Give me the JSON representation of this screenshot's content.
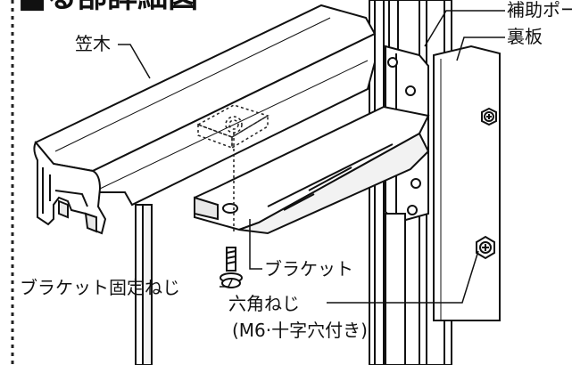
{
  "heading": "■る部詳細図",
  "labels": {
    "kasagi": "笠木",
    "hojo_pole": "補助ポール",
    "urаita": "裏板",
    "bracket": "ブラケット",
    "bracket_screw": "ブラケット固定ねじ",
    "hex_screw": "六角ねじ",
    "hex_screw_note": "(M6·十字穴付き)"
  },
  "colors": {
    "line": "#111111",
    "fill": "#ffffff",
    "shade": "#e8e8e8",
    "dash": "#222222"
  }
}
